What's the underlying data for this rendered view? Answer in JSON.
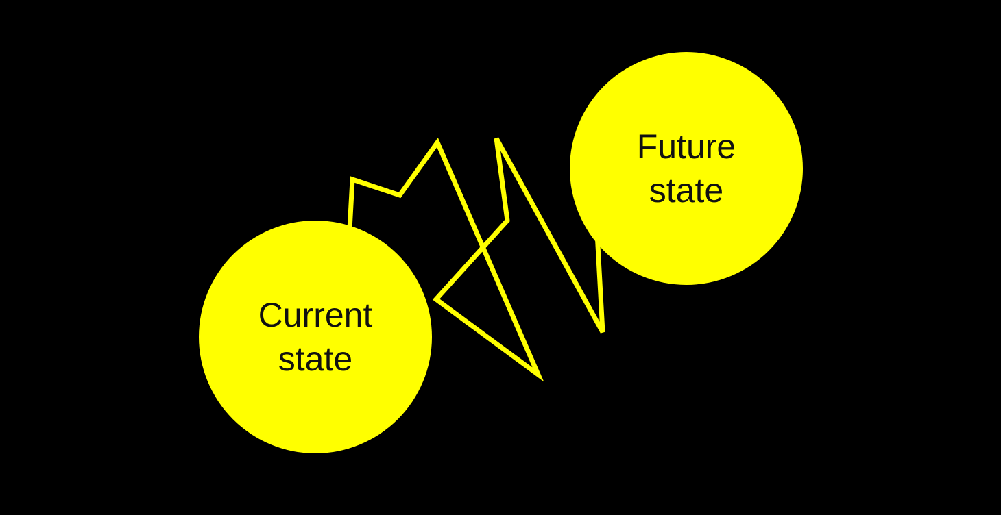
{
  "colors": {
    "background": "#000000",
    "accent": "#ffff00",
    "text": "#111111"
  },
  "current_state": {
    "line1": "Current",
    "line2": "state"
  },
  "future_state": {
    "line1": "Future",
    "line2": "state"
  },
  "path_description_icon": "squiggle-path"
}
